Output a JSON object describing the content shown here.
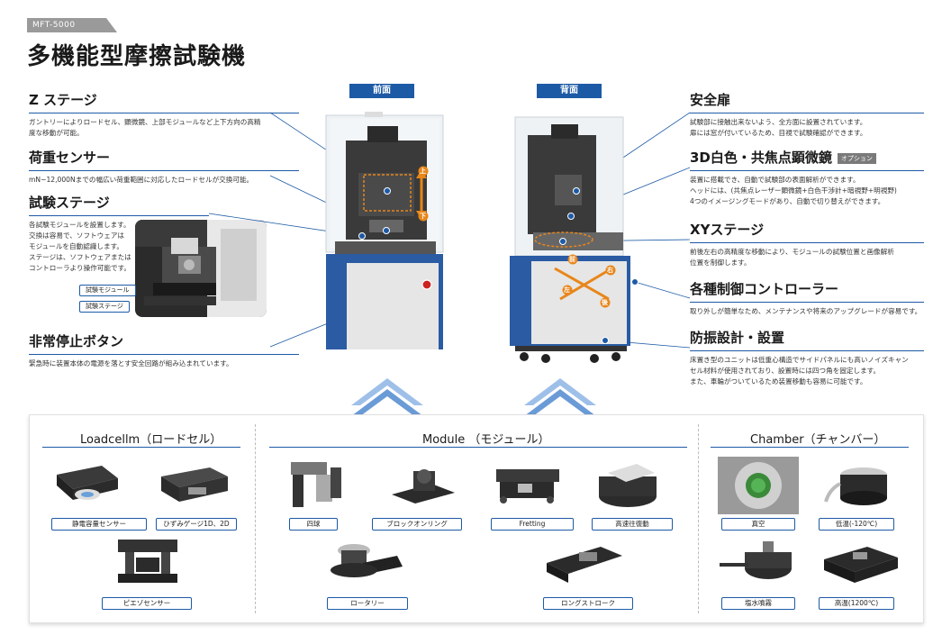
{
  "header": {
    "model": "MFT-5000",
    "title": "多機能型摩擦試験機"
  },
  "views": {
    "front": "前面",
    "back": "背面"
  },
  "left_features": [
    {
      "title": "Z ステージ",
      "desc": [
        "ガントリーによりロードセル、顕微鏡、上部モジュールなど上下方向の高精",
        "度な移動が可能。"
      ]
    },
    {
      "title": "荷重センサー",
      "desc": [
        "mN~12,000Nまでの幅広い荷重範囲に対応したロードセルが交換可能。"
      ]
    },
    {
      "title": "試験ステージ",
      "desc": [
        "各試験モジュールを設置します。",
        "交換は容易で、ソフトウェアは",
        "モジュールを自動認識します。",
        "ステージは、ソフトウェアまたは",
        "コントローラより操作可能です。"
      ]
    },
    {
      "title": "非常停止ボタン",
      "desc": [
        "緊急時に装置本体の電源を落とす安全回路が組み込まれています。"
      ]
    }
  ],
  "right_features": [
    {
      "title": "安全扉",
      "desc": [
        "試験部に接触出来ないよう、全方面に設置されています。",
        "扉には窓が付いているため、目視で試験確認ができます。"
      ]
    },
    {
      "title": "3D白色・共焦点顕微鏡",
      "badge": "オプション",
      "desc": [
        "装置に搭載でき、自動で試験部の表面解析ができます。",
        "ヘッドには、(共焦点レーザー顕微鏡+白色干渉計+暗視野+明視野)",
        "4つのイメージングモードがあり、自動で切り替えができます。"
      ]
    },
    {
      "title": "XYステージ",
      "desc": [
        "前後左右の高精度な移動により、モジュールの試験位置と画像解析",
        "位置を制御します。"
      ]
    },
    {
      "title": "各種制御コントローラー",
      "desc": [
        "取り外しが簡単なため、メンテナンスや将来のアップグレードが容易です。"
      ]
    },
    {
      "title": "防振設計・設置",
      "desc": [
        "床置き型のユニットは低重心構造でサイドパネルにも高いノイズキャン",
        "セル材料が使用されており、設置時には四つ角を固定します。",
        "また、車輪がついているため装置移動も容易に可能です。"
      ]
    }
  ],
  "callouts": {
    "module": "試験モジュール",
    "stage": "試験ステージ"
  },
  "arrows": {
    "up": "上",
    "down": "下",
    "front": "前",
    "back": "後",
    "left": "左",
    "right": "右"
  },
  "categories": {
    "loadcell": {
      "title": "Loadcellm（ロードセル）",
      "items": [
        "静電容量センサー",
        "ひずみゲージ1D、2D",
        "ピエゾセンサー"
      ]
    },
    "module": {
      "title": "Module （モジュール）",
      "items": [
        "四球",
        "ブロックオンリング",
        "Fretting",
        "高速往復動",
        "ロータリー",
        "ロングストローク"
      ]
    },
    "chamber": {
      "title": "Chamber（チャンバー）",
      "items": [
        "真空",
        "低温(-120℃)",
        "塩水噴霧",
        "高温(1200℃)"
      ]
    }
  },
  "colors": {
    "accent": "#1d5aa6",
    "base_blue": "#2a5ba3",
    "orange": "#e8861a"
  }
}
